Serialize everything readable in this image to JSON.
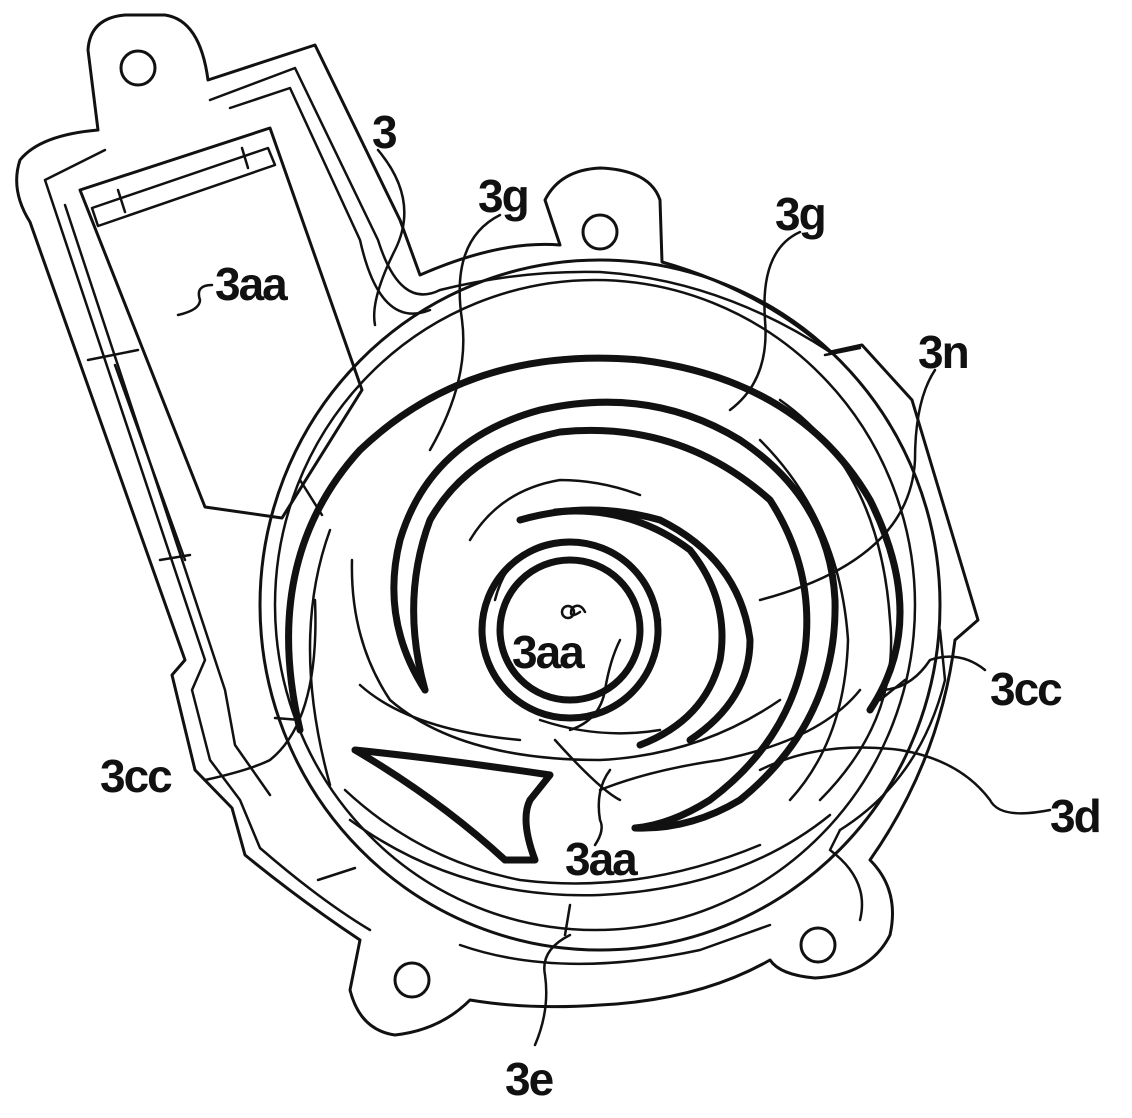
{
  "labels": {
    "part_3": "3",
    "rib_3g_left": "3g",
    "rib_3g_right": "3g",
    "recess_3aa_top": "3aa",
    "recess_3aa_center": "3aa",
    "recess_3aa_bottom": "3aa",
    "channel_3n": "3n",
    "wall_3cc_right": "3cc",
    "wall_3cc_left": "3cc",
    "groove_3d": "3d",
    "groove_3e": "3e"
  },
  "colors": {
    "line": "#111111",
    "background": "#ffffff"
  }
}
